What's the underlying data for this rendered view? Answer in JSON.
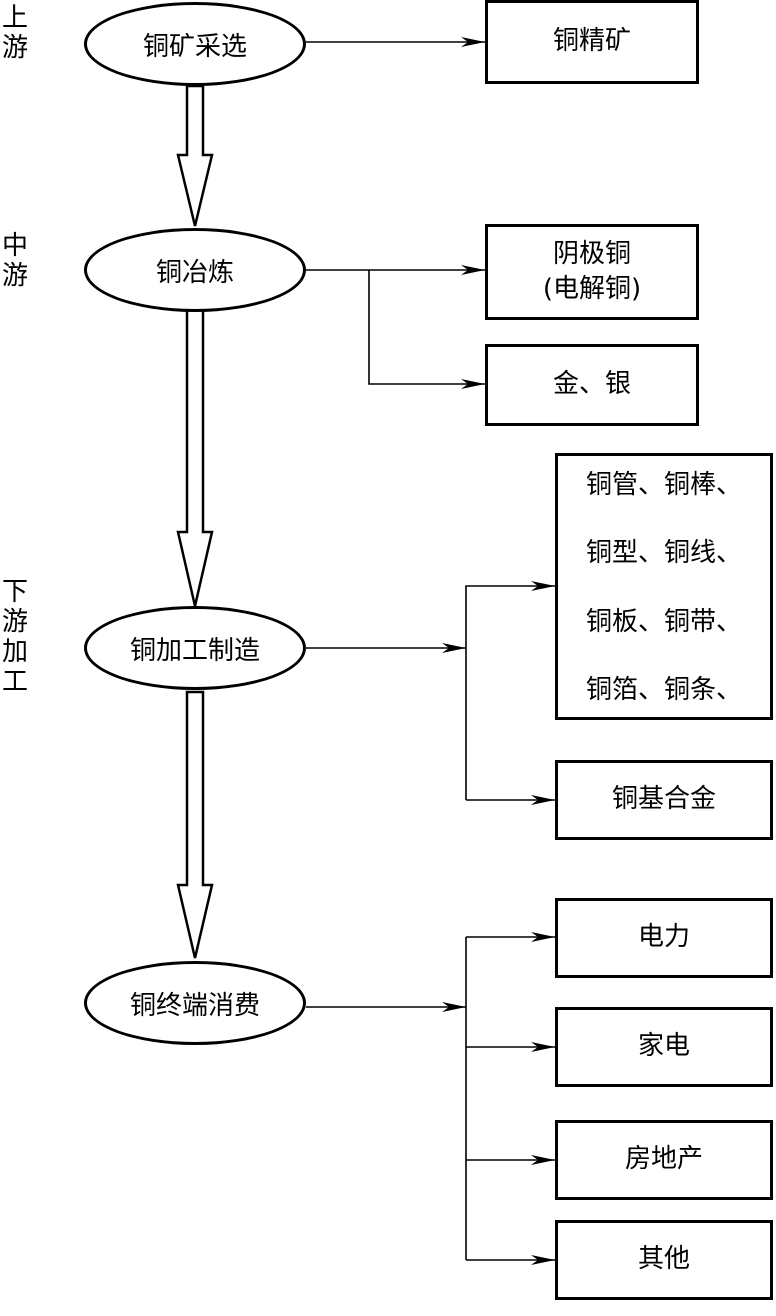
{
  "stages": {
    "upstream": "上\n游",
    "midstream": "中\n游",
    "downstream_processing": "下\n游\n加\n工"
  },
  "nodes": {
    "mining": "铜矿采选",
    "smelting": "铜冶炼",
    "processing": "铜加工制造",
    "consumption": "铜终端消费"
  },
  "outputs": {
    "concentrate": "铜精矿",
    "cathode": "阴极铜\n(电解铜)",
    "gold_silver": "金、银",
    "products": "铜管、铜棒、\n铜型、铜线、\n铜板、铜带、\n铜箔、铜条、",
    "alloy": "铜基合金",
    "power": "电力",
    "appliances": "家电",
    "real_estate": "房地产",
    "other": "其他"
  }
}
